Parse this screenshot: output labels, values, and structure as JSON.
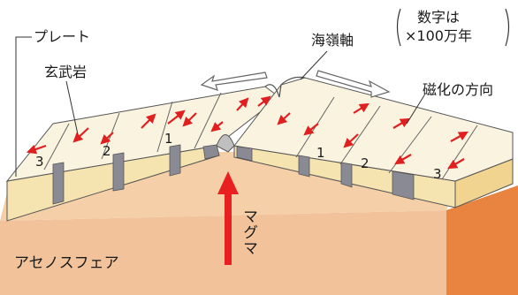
{
  "labels": {
    "plate": "プレート",
    "basalt": "玄武岩",
    "ridge": "海嶺軸",
    "magnetization": "磁化の方向",
    "magma": "マグマ",
    "asthenosphere": "アセノスフェア",
    "note_line1": "数字は",
    "note_line2": "×100万年"
  },
  "stripe_numbers": {
    "left": [
      "3",
      "2",
      "1"
    ],
    "right": [
      "1",
      "2",
      "3"
    ]
  },
  "colors": {
    "asthenosphere_top": "#f4c8a0",
    "asthenosphere_front": "#f0b88c",
    "asthenosphere_side": "#e87a3a",
    "plate_top": "#f8f0d8",
    "plate_front": "#f6e6b4",
    "arrow": "#e02020",
    "stripe_band": "#8c8c96"
  }
}
